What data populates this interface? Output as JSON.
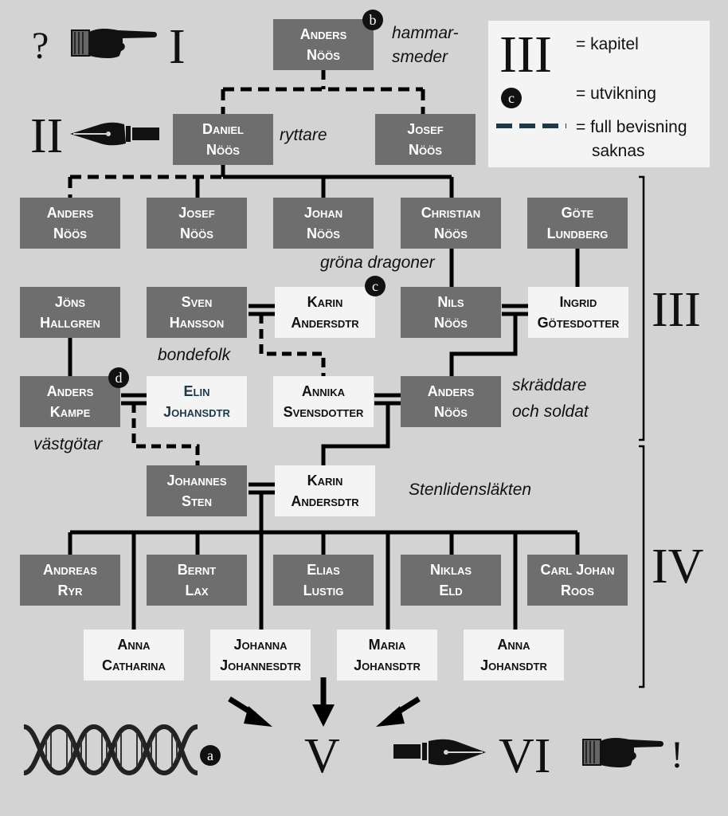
{
  "nodes": {
    "anders_top": {
      "l1": "Anders",
      "l2": "Nöös"
    },
    "daniel": {
      "l1": "Daniel",
      "l2": "Nöös"
    },
    "josef_top": {
      "l1": "Josef",
      "l2": "Nöös"
    },
    "anders_2": {
      "l1": "Anders",
      "l2": "Nöös"
    },
    "josef_2": {
      "l1": "Josef",
      "l2": "Nöös"
    },
    "johan": {
      "l1": "Johan",
      "l2": "Nöös"
    },
    "christian": {
      "l1": "Christian",
      "l2": "Nöös"
    },
    "gote": {
      "l1": "Göte",
      "l2": "Lundberg"
    },
    "jons": {
      "l1": "Jöns",
      "l2": "Hallgren"
    },
    "sven": {
      "l1": "Sven",
      "l2": "Hansson"
    },
    "karin_1": {
      "l1": "Karin",
      "l2": "Andersdtr"
    },
    "nils": {
      "l1": "Nils",
      "l2": "Nöös"
    },
    "ingrid": {
      "l1": "Ingrid",
      "l2": "Götesdotter"
    },
    "anders_kampe": {
      "l1": "Anders",
      "l2": "Kampe"
    },
    "elin": {
      "l1": "Elin",
      "l2": "Johansdtr"
    },
    "annika": {
      "l1": "Annika",
      "l2": "Svensdotter"
    },
    "anders_3": {
      "l1": "Anders",
      "l2": "Nöös"
    },
    "johannes": {
      "l1": "Johannes",
      "l2": "Sten"
    },
    "karin_2": {
      "l1": "Karin",
      "l2": "Andersdtr"
    },
    "andreas": {
      "l1": "Andreas",
      "l2": "Ryr"
    },
    "bernt": {
      "l1": "Bernt",
      "l2": "Lax"
    },
    "elias": {
      "l1": "Elias",
      "l2": "Lustig"
    },
    "niklas": {
      "l1": "Niklas",
      "l2": "Eld"
    },
    "carl": {
      "l1": "Carl Johan",
      "l2": "Roos"
    },
    "anna_c": {
      "l1": "Anna",
      "l2": "Catharina"
    },
    "johanna": {
      "l1": "Johanna",
      "l2": "Johannesdtr"
    },
    "maria": {
      "l1": "Maria",
      "l2": "Johansdtr"
    },
    "anna_j": {
      "l1": "Anna",
      "l2": "Johansdtr"
    }
  },
  "notes": {
    "hammar_1": "hammar-",
    "hammar_2": "smeder",
    "ryttare": "ryttare",
    "grona": "gröna dragoner",
    "bondefolk": "bondefolk",
    "skraddare_1": "skräddare",
    "skraddare_2": "och soldat",
    "vastgotar": "västgötar",
    "stenliden": "Stenlidensläkten"
  },
  "legend": {
    "chapter_symbol": "III",
    "chapter_text": "= kapitel",
    "badge_letter": "c",
    "digression_text": "= utvikning",
    "dashed_text_1": "= full bevisning",
    "dashed_text_2": "saknas"
  },
  "chapters": {
    "I": "I",
    "II": "II",
    "III": "III",
    "IV": "IV",
    "V": "V",
    "VI": "VI"
  },
  "badges": {
    "a": "a",
    "b": "b",
    "c": "c",
    "d": "d"
  },
  "marks": {
    "question": "?",
    "exclaim": "!"
  },
  "icons": {
    "pointing_hand": "pointing-hand-icon",
    "fountain_pen": "fountain-pen-icon",
    "dna_helix": "dna-helix-icon",
    "arrow": "arrow-icon"
  },
  "colors": {
    "background": "#d3d3d3",
    "node_dark": "#6e6e6e",
    "node_light": "#f4f4f4",
    "line": "#000000",
    "dashed_legend": "#1e3a4a"
  }
}
